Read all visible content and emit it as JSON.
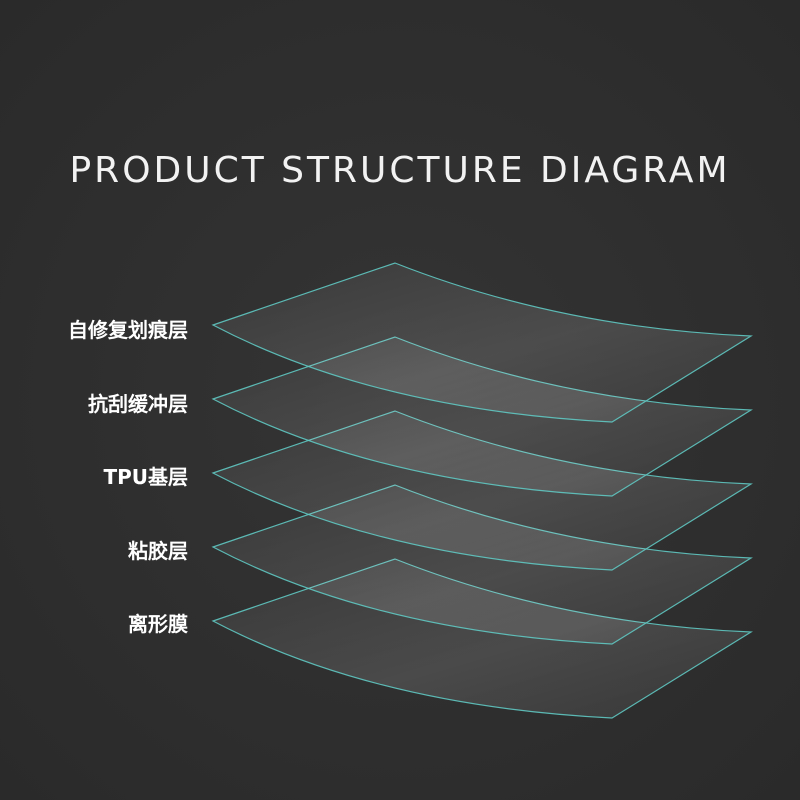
{
  "title": "PRODUCT STRUCTURE DIAGRAM",
  "layers": [
    {
      "label": "自修复划痕层"
    },
    {
      "label": "抗刮缓冲层"
    },
    {
      "label": "TPU基层"
    },
    {
      "label": "粘胶层"
    },
    {
      "label": "离形膜"
    }
  ],
  "colors": {
    "background": "#2f2f2f",
    "sheet_edge": "#5fc8c2",
    "text": "#ffffff"
  }
}
